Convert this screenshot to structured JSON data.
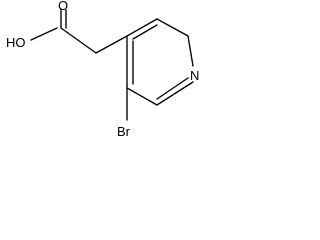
{
  "molecule": {
    "labels": {
      "hydroxyl": "HO",
      "carbonyl_oxygen": "O",
      "ring_nitrogen": "N",
      "bromine": "Br"
    }
  }
}
